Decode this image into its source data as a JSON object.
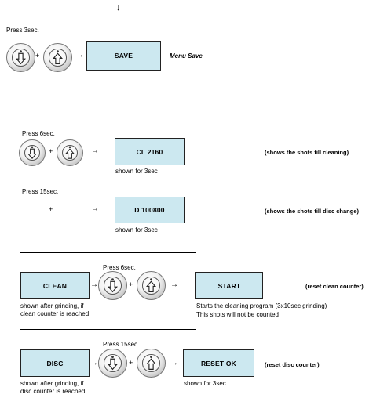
{
  "top_arrow": "↓",
  "arrow": "→",
  "plus": "+",
  "save_section": {
    "press_label": "Press 3sec.",
    "display": "SAVE",
    "caption": "Menu Save"
  },
  "shots_section": {
    "press_label": "Press 6sec.",
    "display": "CL  2160",
    "shown_for": "shown for 3sec",
    "note": "(shows the shots till cleaning)"
  },
  "disc_shots_section": {
    "press_label": "Press 15sec.",
    "display": "D 100800",
    "shown_for": "shown for 3sec",
    "note": "(shows the shots till disc change)"
  },
  "clean_section": {
    "display": "CLEAN",
    "press_label": "Press 6sec.",
    "result": "START",
    "note": "(reset clean counter)",
    "desc_line1": "shown after grinding, if",
    "desc_line2": "clean counter is reached",
    "start_line1": "Starts the cleaning program (3x10sec grinding)",
    "start_line2": "This shots will not be counted"
  },
  "disc_section": {
    "display": "DISC",
    "press_label": "Press 15sec.",
    "result": "RESET OK",
    "note": "(reset disc counter)",
    "desc_line1": "shown after grinding, if",
    "desc_line2": "disc counter is reached",
    "shown_for": "shown for 3sec"
  }
}
